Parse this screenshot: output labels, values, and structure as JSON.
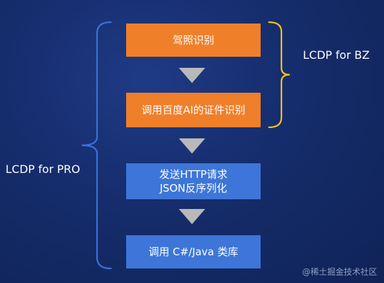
{
  "steps": [
    {
      "lines": [
        "驾照识别"
      ],
      "color": "#f07f2a"
    },
    {
      "lines": [
        "调用百度AI的证件识别"
      ],
      "color": "#f07f2a"
    },
    {
      "lines": [
        "发送HTTP请求",
        "JSON反序列化"
      ],
      "color": "#3d76d8"
    },
    {
      "lines": [
        "调用 C#/Java 类库"
      ],
      "color": "#3d76d8"
    }
  ],
  "labels": {
    "bz": "LCDP for BZ",
    "pro": "LCDP for PRO"
  },
  "watermark": "@稀土掘金技术社区",
  "colors": {
    "orange_box": "#f07f2a",
    "blue_box": "#3d76d8",
    "arrow": "#b9b9b9",
    "bz_bracket": "#f3c31c",
    "pro_bracket": "#3b70dc"
  }
}
